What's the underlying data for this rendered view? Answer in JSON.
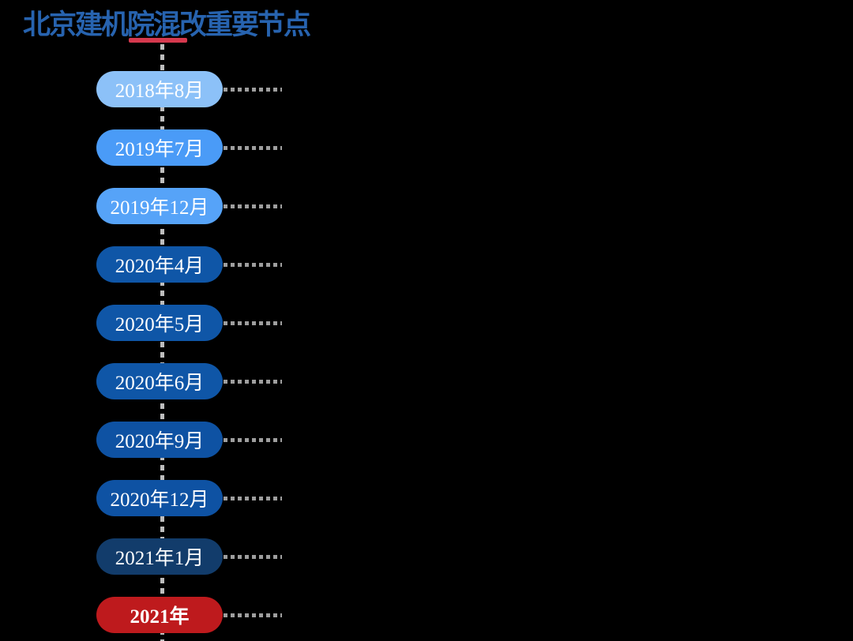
{
  "page": {
    "background": "#000000"
  },
  "title": {
    "text": "北京建机院混改重要节点",
    "color": "#2763AF",
    "underline_color": "#D5394E"
  },
  "timeline": {
    "axis_line_color": "#BDBDBD",
    "connector_color": "#9E9E9E",
    "label_text_color": "#FFFFFF",
    "nodes": [
      {
        "label": "2018年8月",
        "color": "#8CC1F8",
        "bold": false
      },
      {
        "label": "2019年7月",
        "color": "#4A9BF7",
        "bold": false
      },
      {
        "label": "2019年12月",
        "color": "#56A3F8",
        "bold": false
      },
      {
        "label": "2020年4月",
        "color": "#0F56A7",
        "bold": false
      },
      {
        "label": "2020年5月",
        "color": "#0F56A7",
        "bold": false
      },
      {
        "label": "2020年6月",
        "color": "#0F56A7",
        "bold": false
      },
      {
        "label": "2020年9月",
        "color": "#0E52A3",
        "bold": false
      },
      {
        "label": "2020年12月",
        "color": "#0E52A3",
        "bold": false
      },
      {
        "label": "2021年1月",
        "color": "#123C6B",
        "bold": false
      },
      {
        "label": "2021年",
        "color": "#BE1A1D",
        "bold": true
      }
    ]
  }
}
